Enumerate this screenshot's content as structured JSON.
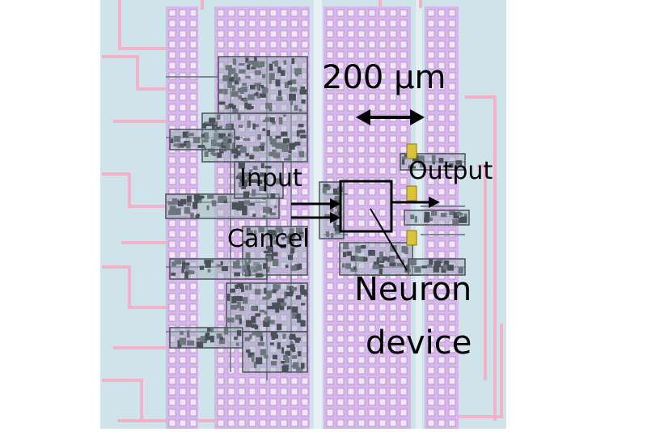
{
  "image": {
    "subject": "microscope-chip-layout",
    "colors": {
      "background": "#ffffff",
      "substrate": "#cfe3ea",
      "pad": "#d7b6ea",
      "pad_hole": "#f1e8f6",
      "wire_pink": "#f2b3c8",
      "wire_gray": "#7b8a92",
      "component_dark": "#4a5158",
      "component_gold": "#d8c33a",
      "annotation": "#000000"
    }
  },
  "annotations": {
    "scale_bar": "200 μm",
    "input": "Input",
    "cancel": "Cancel",
    "output": "Output",
    "neuron_line1": "Neuron",
    "neuron_line2": "device"
  }
}
